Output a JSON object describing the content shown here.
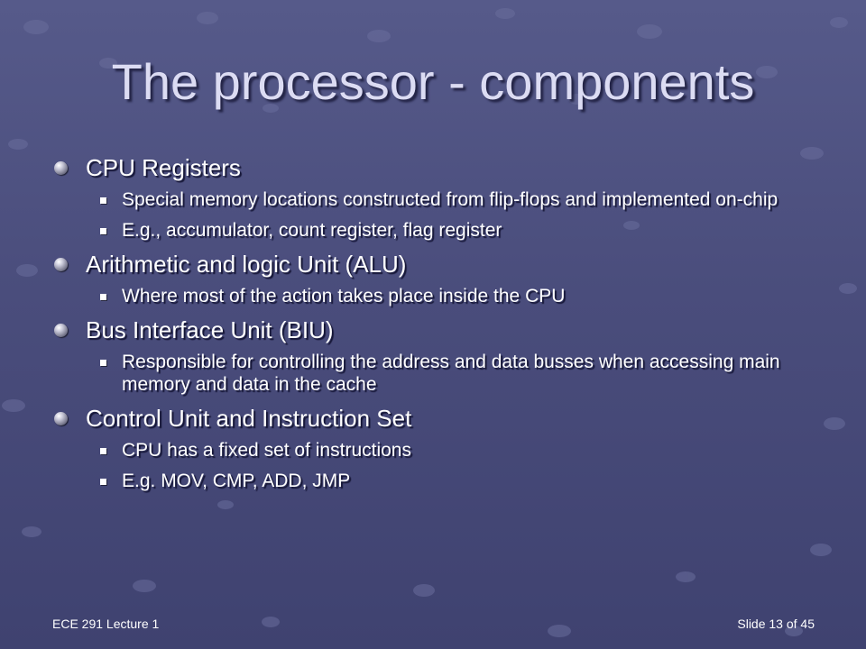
{
  "slide": {
    "title": "The processor - components",
    "items": [
      {
        "label": "CPU Registers",
        "subitems": [
          "Special memory locations constructed from flip-flops and implemented on-chip",
          "E.g., accumulator, count register, flag register"
        ]
      },
      {
        "label": "Arithmetic and logic Unit (ALU)",
        "subitems": [
          "Where most of the action takes place inside the CPU"
        ]
      },
      {
        "label": "Bus Interface Unit (BIU)",
        "subitems": [
          "Responsible for controlling the address and data busses when accessing main memory and data in the cache"
        ]
      },
      {
        "label": "Control Unit and Instruction Set",
        "subitems": [
          "CPU has a fixed set of instructions",
          "E.g. MOV, CMP, ADD, JMP"
        ]
      }
    ]
  },
  "footer": {
    "left": "ECE 291 Lecture 1",
    "right": "Slide 13 of 45"
  },
  "colors": {
    "background": "#4a4d7c",
    "title": "#dcdcf3",
    "text": "#ffffff"
  },
  "icons": {
    "level1_bullet": "sphere-bullet-icon",
    "level2_bullet": "square-bullet-icon"
  }
}
